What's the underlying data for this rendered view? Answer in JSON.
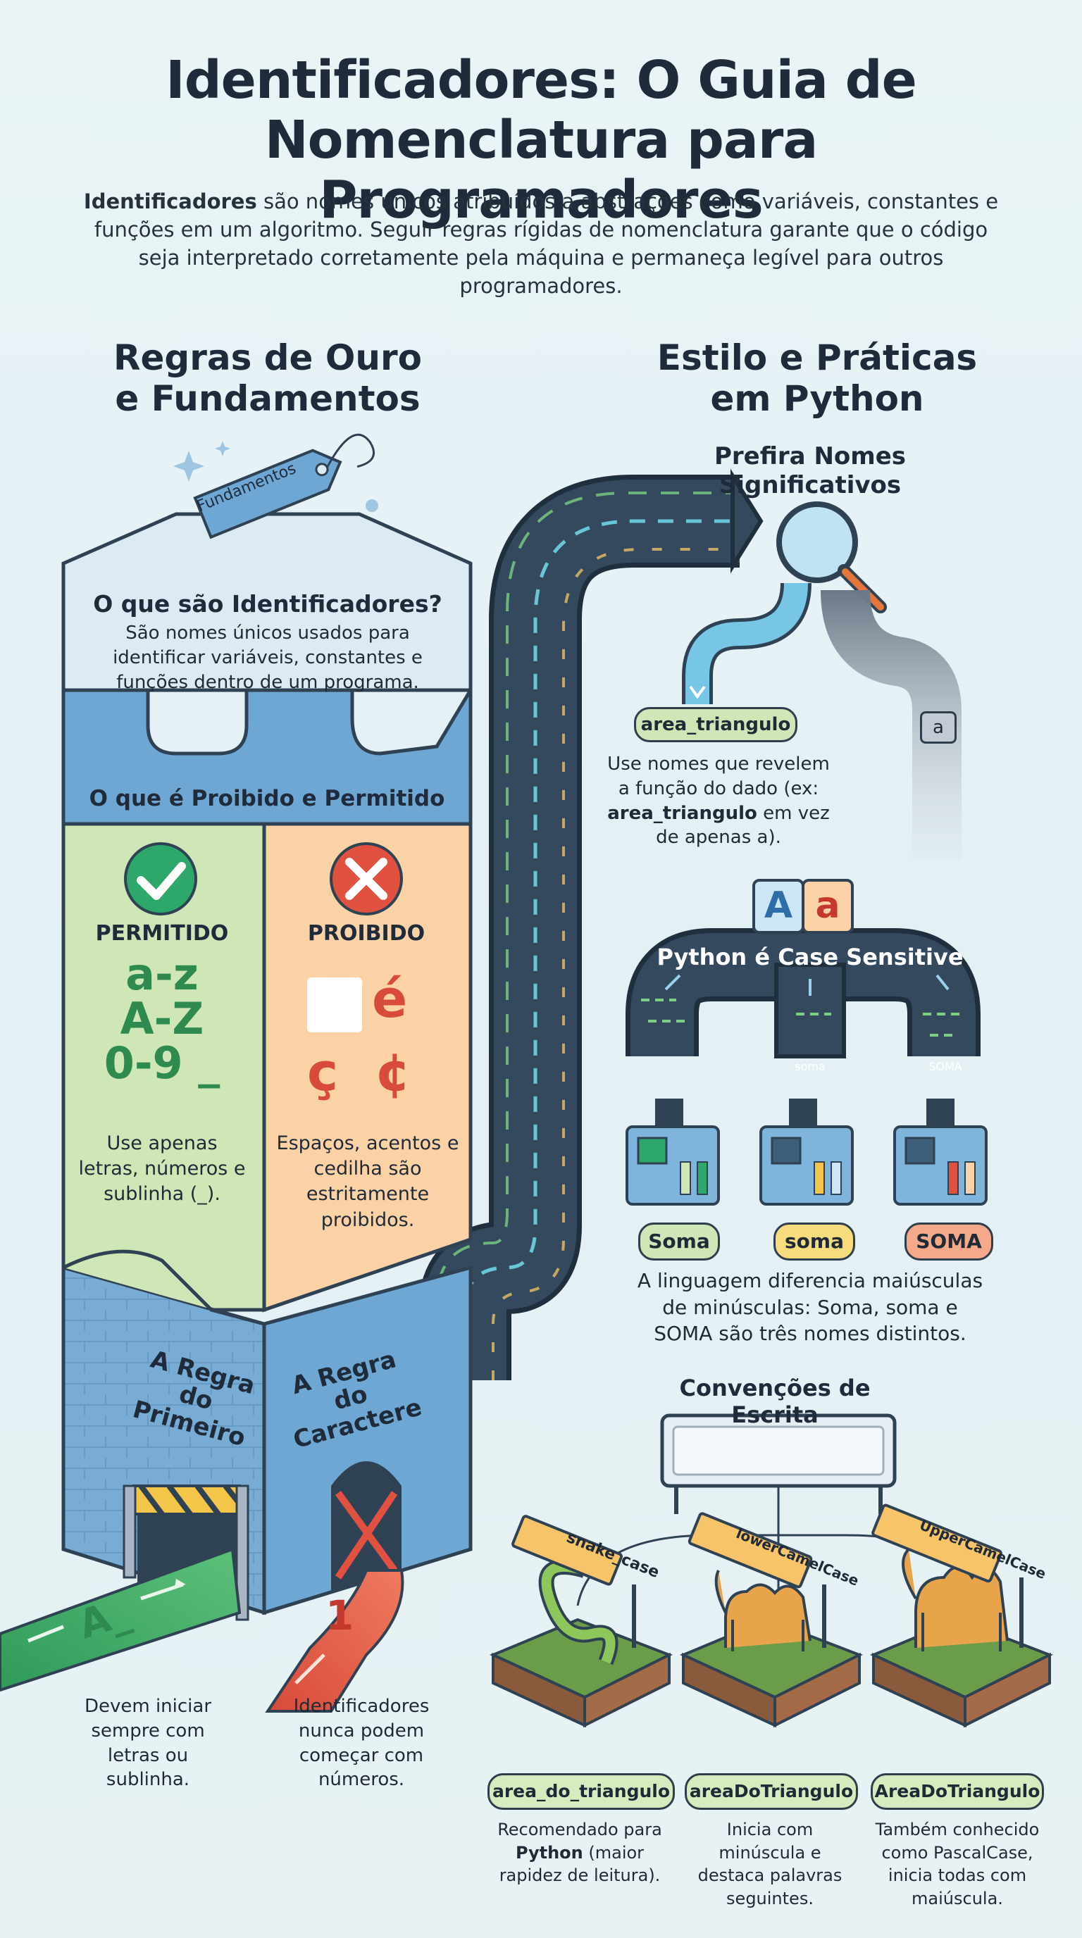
{
  "header": {
    "title_line1": "Identificadores: O Guia de",
    "title_line2": "Nomenclatura para Programadores",
    "intro_bold": "Identificadores",
    "intro_rest": " são nomes únicos atribuídos a abstrações como variáveis, constantes e funções em um algoritmo. Seguir regras rígidas de nomenclatura garante que o código seja interpretado corretamente pela máquina e permaneça legível para outros programadores."
  },
  "left": {
    "section_title_line1": "Regras de Ouro",
    "section_title_line2": "e Fundamentos",
    "tag_label": "Fundamentos",
    "what_title": "O que são Identificadores?",
    "what_text": "São nomes únicos usados para identificar variáveis, constantes e funções dentro de um programa.",
    "forbidden_allowed_title": "O que é Proibido e Permitido",
    "allowed": {
      "label": "PERMITIDO",
      "chars": [
        "a-z",
        "A-Z",
        "0-9 _"
      ],
      "text": "Use apenas letras, números e sublinha (_)."
    },
    "forbidden": {
      "label": "PROIBIDO",
      "chars": [
        "é",
        "ç",
        "¢"
      ],
      "text": "Espaços, acentos e cedilha são estritamente proibidos."
    },
    "first_rule": "A Regra do Primeiro",
    "char_rule": "A Regra do Caractere",
    "green_path_label": "A_",
    "red_path_label": "1",
    "green_caption": "Devem iniciar sempre com letras ou sublinha.",
    "red_caption": "Identificadores nunca podem começar com números."
  },
  "right": {
    "section_title_line1": "Estilo e Práticas",
    "section_title_line2": "em Python",
    "meaningful_title": "Prefira Nomes Significativos",
    "good_name": "area_triangulo",
    "bad_name": "a",
    "meaningful_text_1": "Use nomes que revelem a função do dado (ex: ",
    "meaningful_text_bold": "area_triangulo",
    "meaningful_text_2": " em vez de apenas a).",
    "case_letters": [
      "A",
      "a"
    ],
    "case_title": "Python é Case Sensitive",
    "case_names": [
      "Soma",
      "soma",
      "SOMA"
    ],
    "case_inner": [
      "soma",
      "SOMA"
    ],
    "case_text": "A linguagem diferencia maiúsculas de minúsculas: Soma, soma e SOMA são três nomes distintos.",
    "conventions_title": "Convenções de Escrita",
    "conventions": [
      {
        "sign": "snake_case",
        "example": "area_do_triangulo",
        "desc_1": "Recomendado para ",
        "desc_bold": "Python",
        "desc_2": " (maior rapidez de leitura)."
      },
      {
        "sign": "lowerCamelCase",
        "example": "areaDoTriangulo",
        "desc_1": "Inicia com minúscula e destaca palavras seguintes.",
        "desc_bold": "",
        "desc_2": ""
      },
      {
        "sign": "UpperCamelCase",
        "example": "AreaDoTriangulo",
        "desc_1": "Também conhecido como PascalCase, inicia todas com maiúscula.",
        "desc_bold": "",
        "desc_2": ""
      }
    ]
  },
  "colors": {
    "green": "#cfe6b6",
    "orange": "#fbd1a6",
    "blue": "#6fa7d4",
    "road": "#2f4254",
    "ok_green": "#2ea86a",
    "bad_red": "#e0523f"
  }
}
